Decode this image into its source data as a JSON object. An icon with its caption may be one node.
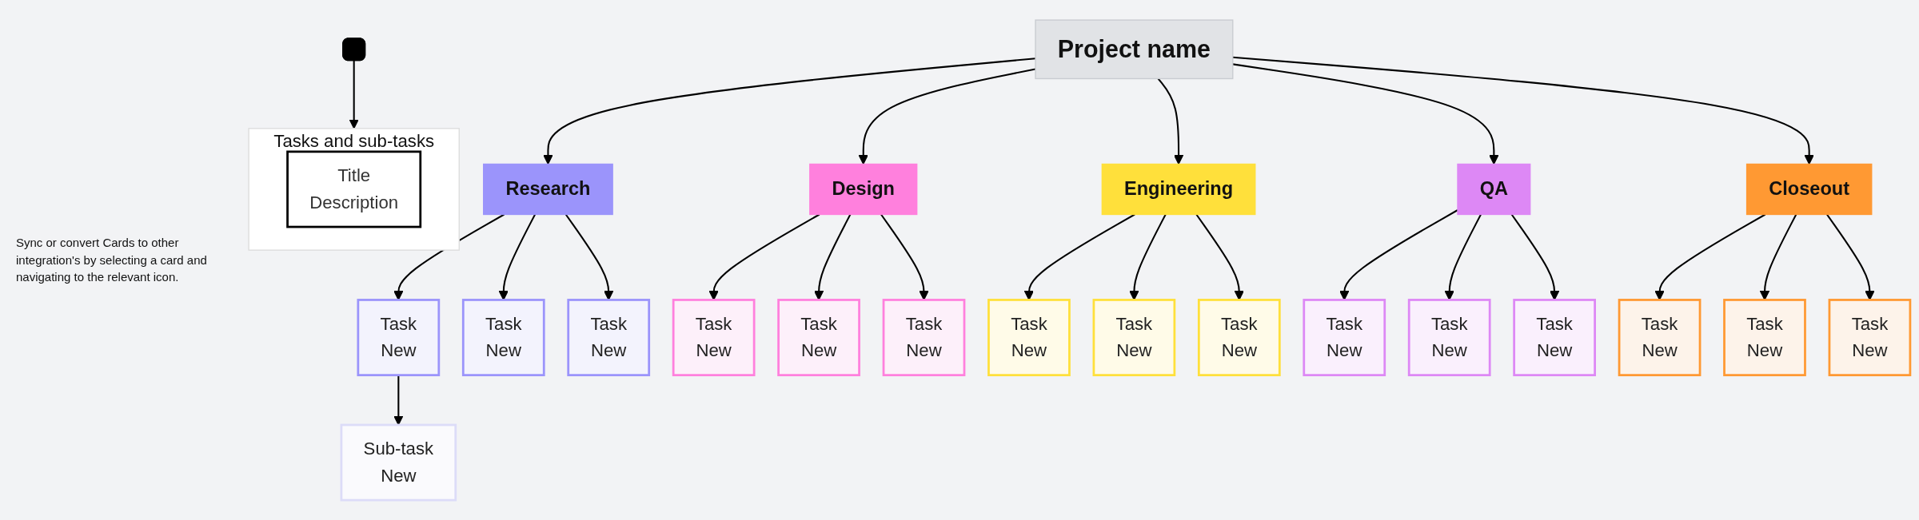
{
  "diagram": {
    "nodes": [
      {
        "text": [
          "Project name"
        ]
      },
      {
        "text": [
          "Research"
        ]
      },
      {
        "text": [
          "Design"
        ]
      },
      {
        "text": [
          "Engineering"
        ]
      },
      {
        "text": [
          "QA"
        ]
      },
      {
        "text": [
          "Closeout"
        ]
      },
      {
        "text": [
          "Task",
          "New"
        ]
      },
      {
        "text": [
          "Sub-task",
          "New"
        ]
      },
      {
        "text": [
          "Task",
          "New"
        ]
      },
      {
        "text": [
          "Task",
          "New"
        ]
      },
      {
        "text": [
          "Task",
          "New"
        ]
      },
      {
        "text": [
          "Task",
          "New"
        ]
      },
      {
        "text": [
          "Task",
          "New"
        ]
      },
      {
        "text": [
          "Task",
          "New"
        ]
      },
      {
        "text": [
          "Task",
          "New"
        ]
      },
      {
        "text": [
          "Task",
          "New"
        ]
      },
      {
        "text": [
          "Task",
          "New"
        ]
      },
      {
        "text": [
          "Task",
          "New"
        ]
      },
      {
        "text": [
          "Task",
          "New"
        ]
      },
      {
        "text": [
          "Task",
          "New"
        ]
      },
      {
        "text": [
          "Task",
          "New"
        ]
      },
      {
        "text": [
          "Task",
          "New"
        ]
      },
      {
        "text": [
          "Tasks and sub-tasks"
        ]
      },
      {
        "text": [
          "Title",
          "Description"
        ],
        "in": 22
      },
      {
        "text": [],
        "shape": "icon"
      }
    ],
    "edges": [
      {
        "from": 0,
        "to": 1,
        "arrow": "to"
      },
      {
        "from": 0,
        "to": 2,
        "arrow": "to"
      },
      {
        "from": 0,
        "to": 3,
        "arrow": "to"
      },
      {
        "from": 0,
        "to": 4,
        "arrow": "to"
      },
      {
        "from": 0,
        "to": 5,
        "arrow": "to"
      },
      {
        "from": 1,
        "to": 6,
        "arrow": "to"
      },
      {
        "from": 6,
        "to": 7,
        "arrow": "to"
      },
      {
        "from": 1,
        "to": 8,
        "arrow": "to"
      },
      {
        "from": 1,
        "to": 9,
        "arrow": "to"
      },
      {
        "from": 2,
        "to": 10,
        "arrow": "to"
      },
      {
        "from": 2,
        "to": 11,
        "arrow": "to"
      },
      {
        "from": 2,
        "to": 12,
        "arrow": "to"
      },
      {
        "from": 3,
        "to": 13,
        "arrow": "to"
      },
      {
        "from": 3,
        "to": 14,
        "arrow": "to"
      },
      {
        "from": 3,
        "to": 15,
        "arrow": "to"
      },
      {
        "from": 4,
        "to": 16,
        "arrow": "to"
      },
      {
        "from": 4,
        "to": 17,
        "arrow": "to"
      },
      {
        "from": 4,
        "to": 18,
        "arrow": "to"
      },
      {
        "from": 5,
        "to": 19,
        "arrow": "to"
      },
      {
        "from": 5,
        "to": 20,
        "arrow": "to"
      },
      {
        "from": 5,
        "to": 21,
        "arrow": "to"
      },
      {
        "from": 24,
        "to": 22,
        "arrow": "to"
      }
    ],
    "labels": [
      "Sync or convert Cards to other integration's by selecting a card and navigating to the relevant icon."
    ]
  }
}
